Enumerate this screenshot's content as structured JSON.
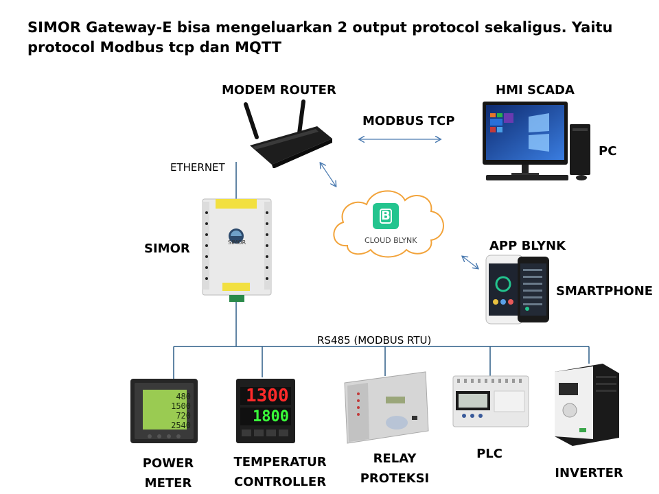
{
  "title": "SIMOR Gateway-E bisa mengeluarkan 2 output protocol sekaligus. Yaitu protocol Modbus tcp dan MQTT",
  "labels": {
    "modem_router": "MODEM ROUTER",
    "hmi_scada": "HMI SCADA",
    "pc": "PC",
    "modbus_tcp": "MODBUS TCP",
    "ethernet": "ETHERNET",
    "simor": "SIMOR",
    "app_blynk": "APP BLYNK",
    "smartphone": "SMARTPHONE",
    "rs485": "RS485 (MODBUS RTU)",
    "cloud_blynk": "CLOUD BLYNK",
    "cloud_logo": "B",
    "simor_logo": "SIMOR"
  },
  "devices": [
    {
      "line1": "POWER",
      "line2": "METER"
    },
    {
      "line1": "TEMPERATUR",
      "line2": "CONTROLLER"
    },
    {
      "line1": "RELAY",
      "line2": "PROTEKSI"
    },
    {
      "line1": "PLC",
      "line2": ""
    },
    {
      "line1": "INVERTER",
      "line2": ""
    }
  ],
  "power_meter_readings": [
    "480",
    "1500",
    "720",
    "2540"
  ],
  "temp_controller_readings": [
    "1300",
    "1800"
  ],
  "colors": {
    "line": "#2a5b86",
    "arrow": "#4a7ab0",
    "cloud_stroke": "#f2a33a",
    "blynk_green": "#23c48e"
  }
}
